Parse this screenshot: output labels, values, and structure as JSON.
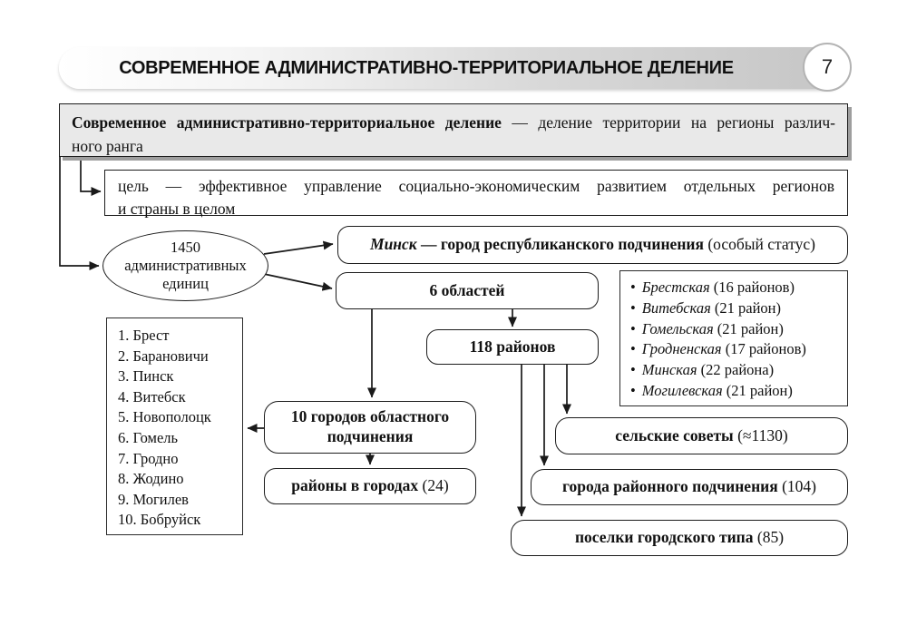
{
  "header": {
    "title": "СОВРЕМЕННОЕ АДМИНИСТРАТИВНО-ТЕРРИТОРИАЛЬНОЕ ДЕЛЕНИЕ",
    "page_number": "7"
  },
  "definition": {
    "term": "Современное административно-территориальное деление",
    "line1_rest": " — деление территории на регионы различ-",
    "line2": "ного ранга"
  },
  "goal": {
    "line1": "цель — эффективное управление социально-экономическим развитием отдельных регионов",
    "line2": "и страны в целом"
  },
  "units_ellipse": {
    "line1": "1450",
    "line2": "административных",
    "line3": "единиц"
  },
  "minsk": {
    "name": "Минск",
    "bold_text": " — город республиканского подчинения ",
    "note": "(особый статус)"
  },
  "oblasts": {
    "label": "6 областей",
    "list": [
      {
        "name": "Брестская",
        "count": "(16 районов)"
      },
      {
        "name": "Витебская",
        "count": "(21 район)"
      },
      {
        "name": "Гомельская",
        "count": "(21 район)"
      },
      {
        "name": "Гродненская",
        "count": "(17 районов)"
      },
      {
        "name": "Минская",
        "count": "(22 района)"
      },
      {
        "name": "Могилевская",
        "count": "(21 район)"
      }
    ]
  },
  "raions": {
    "label": "118 районов"
  },
  "oblast_cities": {
    "label": "10 городов областного подчинения",
    "list": [
      "1. Брест",
      "2. Барановичи",
      "3. Пинск",
      "4. Витебск",
      "5. Новополоцк",
      "6. Гомель",
      "7. Гродно",
      "8. Жодино",
      "9. Могилев",
      "10. Бобруйск"
    ]
  },
  "city_raions": {
    "label": "районы в городах",
    "count": " (24)"
  },
  "selsovets": {
    "label": "сельские советы",
    "count": " (≈1130)"
  },
  "raion_cities": {
    "label": "города районного подчинения",
    "count": " (104)"
  },
  "urban_settlements": {
    "label": "поселки городского типа",
    "count": " (85)"
  },
  "colors": {
    "line": "#1a1a1a",
    "definition_fill": "#e9e9e9",
    "definition_shadow": "#9e9e9e",
    "header_gradient_start": "#ffffff",
    "header_gradient_end": "#c5c5c5",
    "badge_border": "#b3b3b3"
  }
}
